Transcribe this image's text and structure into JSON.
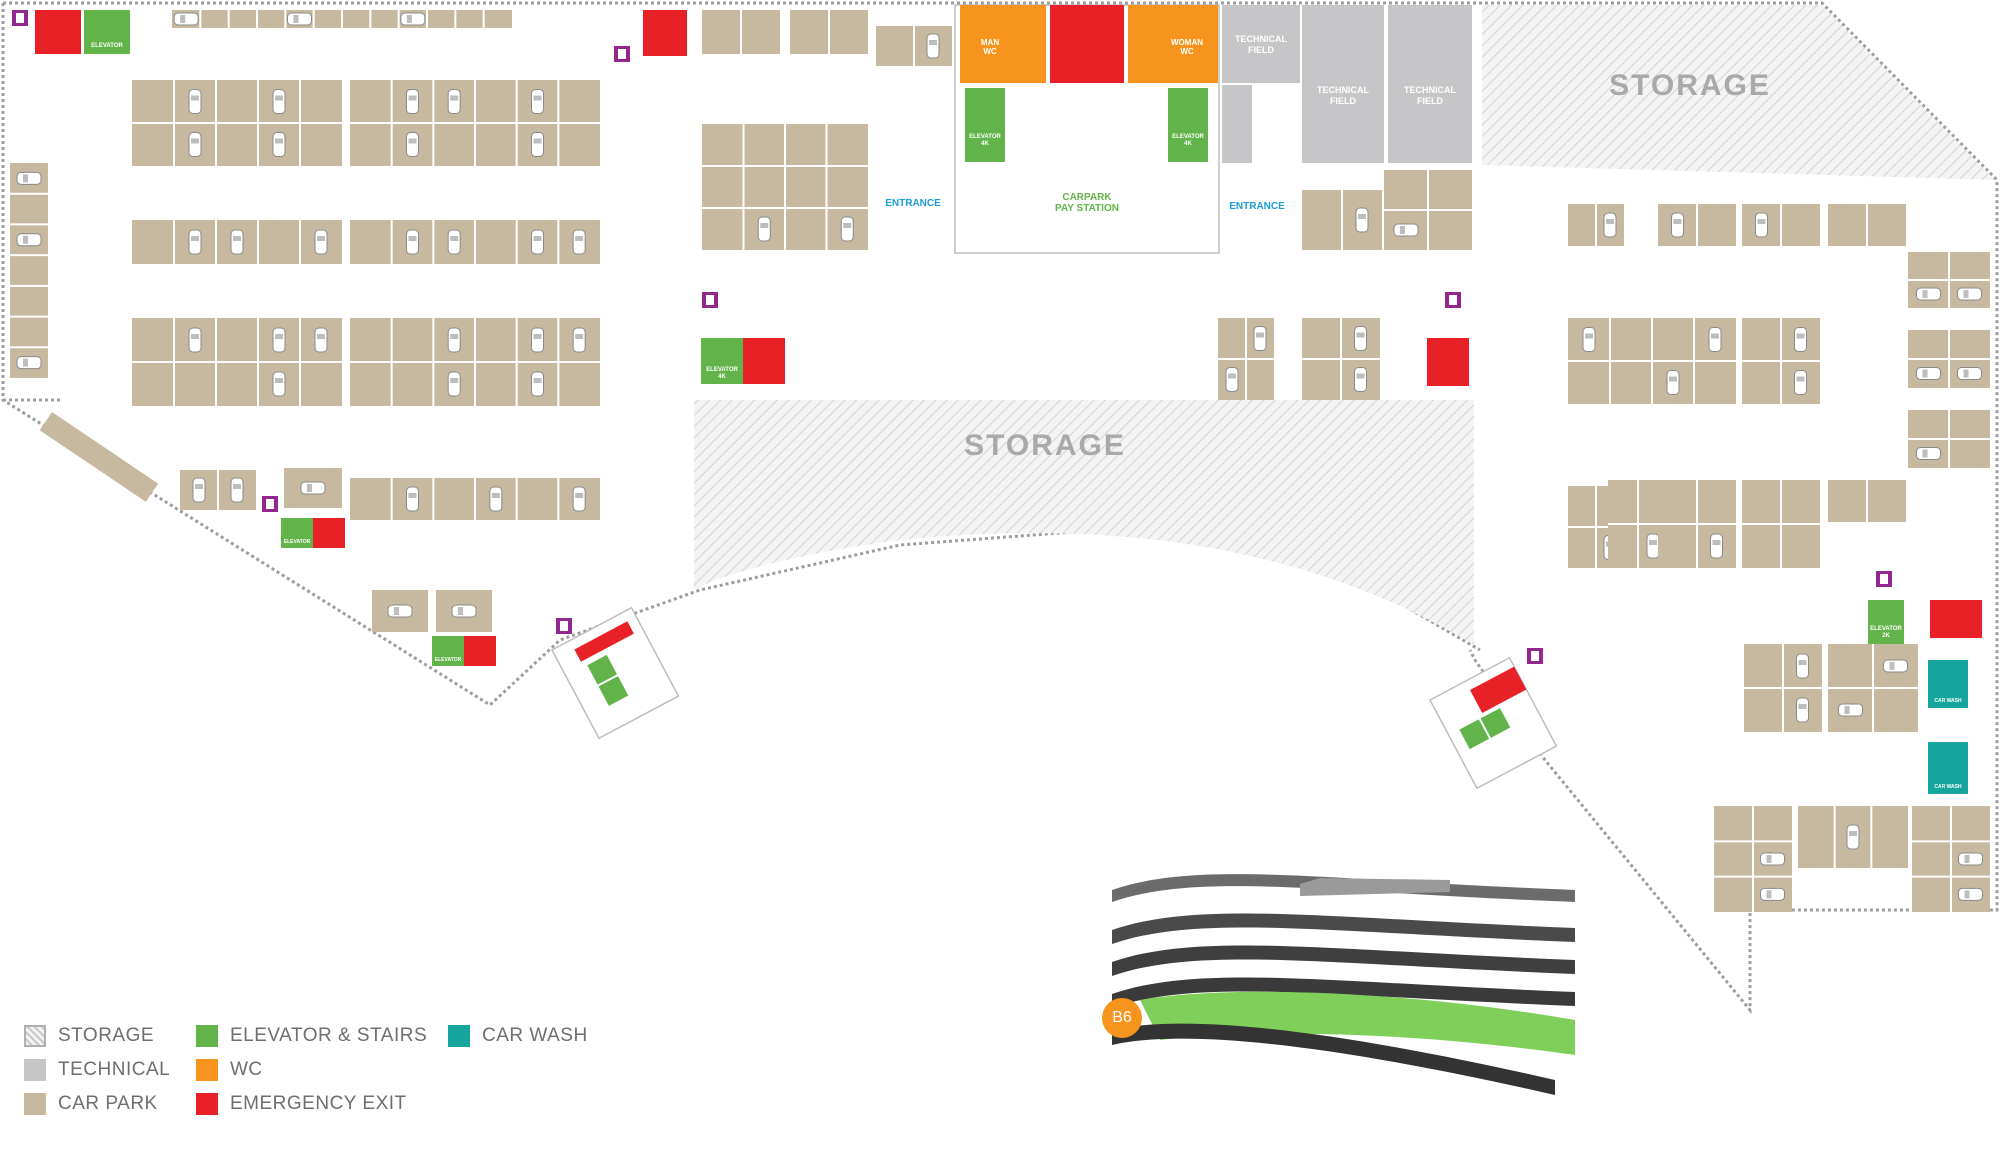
{
  "map_labels": {
    "storage_top_right": "STORAGE",
    "storage_center": "STORAGE",
    "technical_field_1": [
      "TECHNICAL",
      "FIELD"
    ],
    "technical_field_2": [
      "TECHNICAL",
      "FIELD"
    ],
    "technical_field_3": [
      "TECHNICAL",
      "FIELD"
    ],
    "entrance_left": "ENTRANCE",
    "entrance_right": "ENTRANCE",
    "pay_station": [
      "CARPARK",
      "PAY STATION"
    ],
    "elevator": "ELEVATOR",
    "elevator_4k": [
      "ELEVATOR",
      "4K"
    ],
    "elevator_2k": [
      "ELEVATOR",
      "2K"
    ],
    "man_wc": [
      "MAN",
      "WC"
    ],
    "woman_wc": [
      "WOMAN",
      "WC"
    ],
    "car_wash": "CAR WASH"
  },
  "legend": [
    {
      "label": "STORAGE",
      "swatch": "hatch"
    },
    {
      "label": "TECHNICAL",
      "swatch": "#c6c6c8"
    },
    {
      "label": "CAR PARK",
      "swatch": "#c7b99f"
    },
    {
      "label": "ELEVATOR & STAIRS",
      "swatch": "#62b34a"
    },
    {
      "label": "WC",
      "swatch": "#f7941d"
    },
    {
      "label": "EMERGENCY EXIT",
      "swatch": "#e82127"
    },
    {
      "label": "CAR WASH",
      "swatch": "#16a59d"
    }
  ],
  "level_badge": "B6",
  "colors": {
    "storage": "#e6e6e6",
    "technical": "#c6c6c8",
    "car_park": "#c7b99f",
    "elevator_stairs": "#62b34a",
    "wc": "#f7941d",
    "emergency_exit": "#e82127",
    "car_wash": "#16a59d",
    "exit_marker": "#93278f",
    "entrance_text": "#1b9ad6"
  },
  "icons": [
    "elevator-icon",
    "stairs-exit-icon",
    "man-icon",
    "woman-icon",
    "wheelchair-icon",
    "baby-change-icon",
    "car-wash-icon",
    "exit-marker-icon"
  ]
}
